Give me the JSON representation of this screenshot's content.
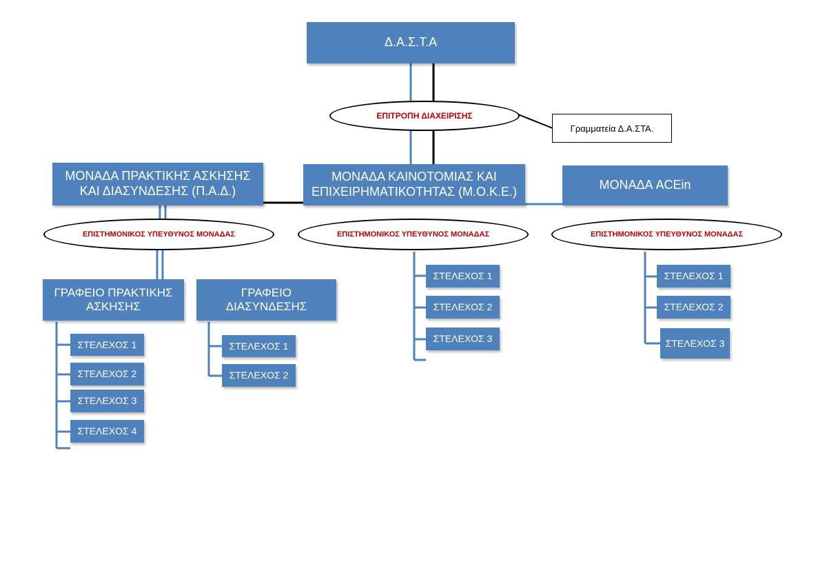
{
  "colors": {
    "box_fill": "#4f81bd",
    "box_text": "#ffffff",
    "oval_text": "#c00000",
    "connector": "#4f81bd",
    "connector_dark": "#000000"
  },
  "root": {
    "label": "Δ.Α.Σ.Τ.Α"
  },
  "management": {
    "label": "ΕΠΙΤΡΟΠΗ ΔΙΑΧΕΙΡΙΣΗΣ"
  },
  "secretariat": {
    "label": "Γραμματεία Δ.Α.ΣΤΑ."
  },
  "units": {
    "pad": {
      "line1": "ΜΟΝΑΔΑ ΠΡΑΚΤΙΚΗΣ ΑΣΚΗΣΗΣ",
      "line2": "ΚΑΙ ΔΙΑΣΥΝΔΕΣΗΣ (Π.Α.Δ.)",
      "supervisor": "ΕΠΙΣΤΗΜΟΝΙΚΟΣ ΥΠΕΥΘΥΝΟΣ ΜΟΝΑΔΑΣ"
    },
    "moke": {
      "line1": "ΜΟΝΑΔΑ ΚΑΙΝΟΤΟΜΙΑΣ ΚΑΙ",
      "line2": "ΕΠΙΧΕΙΡΗΜΑΤΙΚΟΤΗΤΑΣ (Μ.Ο.Κ.Ε.)",
      "supervisor": "ΕΠΙΣΤΗΜΟΝΙΚΟΣ ΥΠΕΥΘΥΝΟΣ ΜΟΝΑΔΑΣ",
      "staff": [
        "ΣΤΕΛΕΧΟΣ 1",
        "ΣΤΕΛΕΧΟΣ 2",
        "ΣΤΕΛΕΧΟΣ 3"
      ]
    },
    "acein": {
      "label": "ΜΟΝΑΔΑ ACEin",
      "supervisor": "ΕΠΙΣΤΗΜΟΝΙΚΟΣ ΥΠΕΥΘΥΝΟΣ ΜΟΝΑΔΑΣ",
      "staff": [
        "ΣΤΕΛΕΧΟΣ 1",
        "ΣΤΕΛΕΧΟΣ 2",
        "ΣΤΕΛΕΧΟΣ 3"
      ]
    }
  },
  "offices": {
    "internship": {
      "line1": "ΓΡΑΦΕΙΟ ΠΡΑΚΤΙΚΗΣ",
      "line2": "ΑΣΚΗΣΗΣ",
      "staff": [
        "ΣΤΕΛΕΧΟΣ 1",
        "ΣΤΕΛΕΧΟΣ 2",
        "ΣΤΕΛΕΧΟΣ 3",
        "ΣΤΕΛΕΧΟΣ 4"
      ]
    },
    "liaison": {
      "line1": "ΓΡΑΦΕΙΟ",
      "line2": "ΔΙΑΣΥΝΔΕΣΗΣ",
      "staff": [
        "ΣΤΕΛΕΧΟΣ 1",
        "ΣΤΕΛΕΧΟΣ 2"
      ]
    }
  }
}
